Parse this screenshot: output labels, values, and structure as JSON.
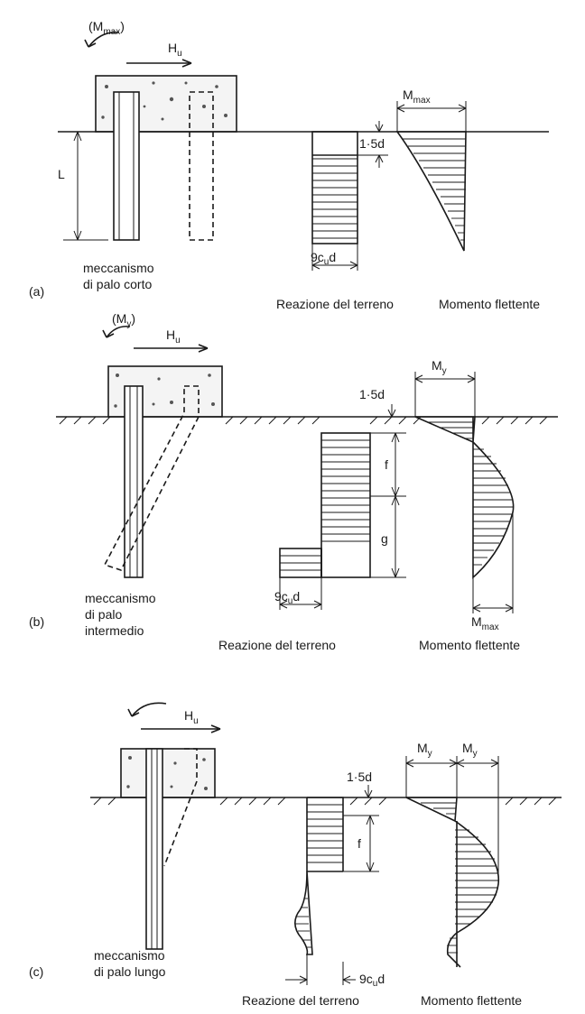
{
  "panels": [
    {
      "id": "a",
      "tag": "(a)",
      "mechanism_line1": "meccanismo",
      "mechanism_line2": "di palo corto",
      "moment_label": "(M",
      "moment_sub": "max",
      "moment_close": ")",
      "force_label": "H",
      "force_sub": "u",
      "length_label": "L",
      "depth_label": "1·5d",
      "reaction_width_label": "9c",
      "reaction_width_sub": "u",
      "reaction_width_end": "d",
      "moment_diagram_label": "M",
      "moment_diagram_sub": "max",
      "reaction_caption": "Reazione del terreno",
      "moment_caption": "Momento flettente"
    },
    {
      "id": "b",
      "tag": "(b)",
      "mechanism_line1": "meccanismo",
      "mechanism_line2": "di palo",
      "mechanism_line3": "intermedio",
      "moment_label": "(M",
      "moment_sub": "y",
      "moment_close": ")",
      "force_label": "H",
      "force_sub": "u",
      "depth_label": "1·5d",
      "f_label": "f",
      "g_label": "g",
      "reaction_width_label": "9c",
      "reaction_width_sub": "u",
      "reaction_width_end": "d",
      "my_label": "M",
      "my_sub": "y",
      "mmax_label": "M",
      "mmax_sub": "max",
      "reaction_caption": "Reazione del terreno",
      "moment_caption": "Momento flettente"
    },
    {
      "id": "c",
      "tag": "(c)",
      "mechanism_line1": "meccanismo",
      "mechanism_line2": "di palo lungo",
      "force_label": "H",
      "force_sub": "u",
      "depth_label": "1·5d",
      "f_label": "f",
      "reaction_width_label": "9c",
      "reaction_width_sub": "u",
      "reaction_width_end": "d",
      "my_left_label": "M",
      "my_left_sub": "y",
      "my_right_label": "M",
      "my_right_sub": "y",
      "reaction_caption": "Reazione del terreno",
      "moment_caption": "Momento flettente"
    }
  ]
}
